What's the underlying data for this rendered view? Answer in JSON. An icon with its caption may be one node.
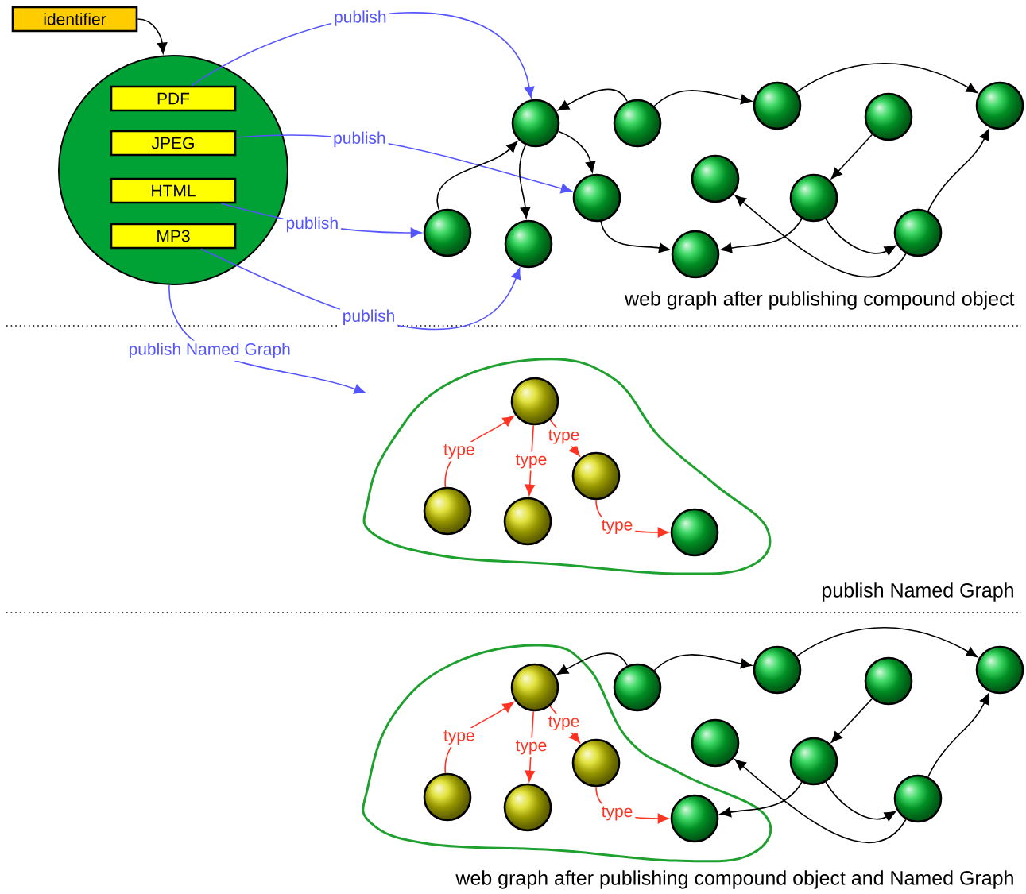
{
  "diagram": {
    "nodes": [
      {
        "text": [
          "identifier"
        ]
      },
      {
        "text": [],
        "shape": "circle"
      },
      {
        "text": [
          "PDF"
        ],
        "in": 1
      },
      {
        "text": [
          "JPEG"
        ],
        "in": 1
      },
      {
        "text": [
          "HTML"
        ],
        "in": 1
      },
      {
        "text": [
          "MP3"
        ],
        "in": 1
      },
      {
        "text": [],
        "shape": "circle"
      },
      {
        "text": [],
        "shape": "circle"
      },
      {
        "text": [],
        "shape": "circle"
      },
      {
        "text": [],
        "shape": "circle"
      },
      {
        "text": [],
        "shape": "circle"
      },
      {
        "text": [],
        "shape": "circle"
      },
      {
        "text": [],
        "shape": "circle"
      },
      {
        "text": [],
        "shape": "circle"
      },
      {
        "text": [],
        "shape": "circle"
      },
      {
        "text": [],
        "shape": "circle"
      },
      {
        "text": [],
        "shape": "circle"
      },
      {
        "text": [],
        "shape": "circle"
      },
      {
        "text": [],
        "shape": "blob"
      },
      {
        "text": [],
        "shape": "circle",
        "in": 18
      },
      {
        "text": [],
        "shape": "circle",
        "in": 18
      },
      {
        "text": [],
        "shape": "circle",
        "in": 18
      },
      {
        "text": [],
        "shape": "circle",
        "in": 18
      },
      {
        "text": [],
        "shape": "circle",
        "in": 18
      },
      {
        "text": [],
        "shape": "blob"
      },
      {
        "text": [],
        "shape": "circle",
        "in": 24
      },
      {
        "text": [],
        "shape": "circle",
        "in": 24
      },
      {
        "text": [],
        "shape": "circle",
        "in": 24
      },
      {
        "text": [],
        "shape": "circle",
        "in": 24
      },
      {
        "text": [],
        "shape": "circle",
        "in": 24
      },
      {
        "text": [],
        "shape": "circle"
      },
      {
        "text": [],
        "shape": "circle"
      },
      {
        "text": [],
        "shape": "circle"
      },
      {
        "text": [],
        "shape": "circle"
      },
      {
        "text": [],
        "shape": "circle"
      },
      {
        "text": [],
        "shape": "circle"
      },
      {
        "text": [],
        "shape": "circle"
      }
    ],
    "edges": [
      {
        "from": 0,
        "to": 1,
        "arrow": "to"
      },
      {
        "from": 2,
        "to": 6,
        "arrow": "to",
        "label": "publish",
        "color": "#5555ff"
      },
      {
        "from": 3,
        "to": 12,
        "arrow": "to",
        "label": "publish",
        "color": "#5555ff"
      },
      {
        "from": 4,
        "to": 14,
        "arrow": "to",
        "label": "publish",
        "color": "#5555ff"
      },
      {
        "from": 5,
        "to": 15,
        "arrow": "to",
        "label": "publish",
        "color": "#5555ff"
      },
      {
        "from": 7,
        "to": 6,
        "arrow": "to"
      },
      {
        "from": 7,
        "to": 8,
        "arrow": "to"
      },
      {
        "from": 8,
        "to": 10,
        "arrow": "to"
      },
      {
        "from": 6,
        "to": 12,
        "arrow": "to"
      },
      {
        "from": 6,
        "to": 15,
        "arrow": "to"
      },
      {
        "from": 14,
        "to": 6,
        "arrow": "to"
      },
      {
        "from": 12,
        "to": 16,
        "arrow": "to"
      },
      {
        "from": 9,
        "to": 13,
        "arrow": "to"
      },
      {
        "from": 13,
        "to": 16,
        "arrow": "to"
      },
      {
        "from": 13,
        "to": 17,
        "arrow": "to"
      },
      {
        "from": 17,
        "to": 10,
        "arrow": "to"
      },
      {
        "from": 17,
        "to": 11,
        "arrow": "to"
      },
      {
        "from": 1,
        "to": 18,
        "arrow": "to",
        "label": "publish Named Graph",
        "color": "#5555ff"
      },
      {
        "from": 21,
        "to": 19,
        "arrow": "to",
        "label": "type",
        "color": "#ff3322"
      },
      {
        "from": 19,
        "to": 22,
        "arrow": "to",
        "label": "type",
        "color": "#ff3322"
      },
      {
        "from": 19,
        "to": 20,
        "arrow": "to",
        "label": "type",
        "color": "#ff3322"
      },
      {
        "from": 20,
        "to": 23,
        "arrow": "to",
        "label": "type",
        "color": "#ff3322"
      },
      {
        "from": 27,
        "to": 25,
        "arrow": "to",
        "label": "type",
        "color": "#ff3322"
      },
      {
        "from": 25,
        "to": 28,
        "arrow": "to",
        "label": "type",
        "color": "#ff3322"
      },
      {
        "from": 25,
        "to": 26,
        "arrow": "to",
        "label": "type",
        "color": "#ff3322"
      },
      {
        "from": 26,
        "to": 29,
        "arrow": "to",
        "label": "type",
        "color": "#ff3322"
      },
      {
        "from": 30,
        "to": 25,
        "arrow": "to"
      },
      {
        "from": 30,
        "to": 31,
        "arrow": "to"
      },
      {
        "from": 31,
        "to": 33,
        "arrow": "to"
      },
      {
        "from": 32,
        "to": 35,
        "arrow": "to"
      },
      {
        "from": 35,
        "to": 29,
        "arrow": "to"
      },
      {
        "from": 35,
        "to": 36,
        "arrow": "to"
      },
      {
        "from": 36,
        "to": 33,
        "arrow": "to"
      },
      {
        "from": 36,
        "to": 34,
        "arrow": "to"
      }
    ],
    "labels": [
      "web graph after publishing compound object",
      "publish Named Graph",
      "web graph after publishing compound object and Named Graph"
    ]
  }
}
